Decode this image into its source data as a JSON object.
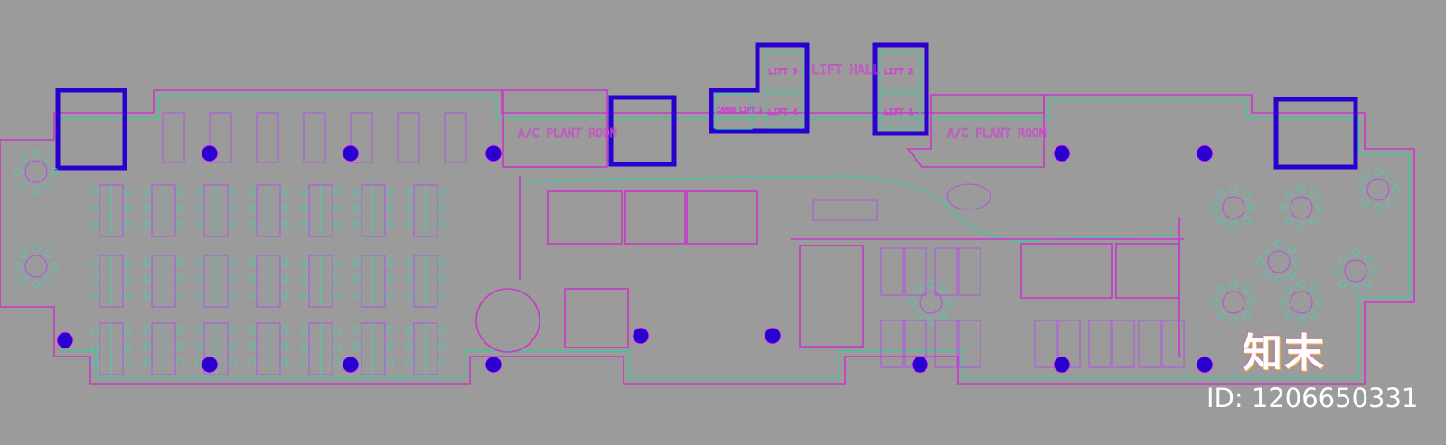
{
  "plan": {
    "rooms": {
      "ac_plant_left": "A/C PLANT ROOM",
      "ac_plant_right": "A/C PLANT ROOM",
      "lift_hall": "LIFT HALL",
      "lift_3": "LIFT 3",
      "lift_4": "LIFT 4",
      "lift_2": "LIFT 2",
      "lift_1": "LIFT 1",
      "cargo_lift": "CARGO LIFT 1"
    },
    "colors": {
      "background": "#9b9b9b",
      "column": "#2a00d0",
      "core_wall": "#2a00d0",
      "line": "#c838c8"
    }
  },
  "watermark": {
    "logo_text": "知末",
    "id_label": "ID: 1206650331"
  }
}
